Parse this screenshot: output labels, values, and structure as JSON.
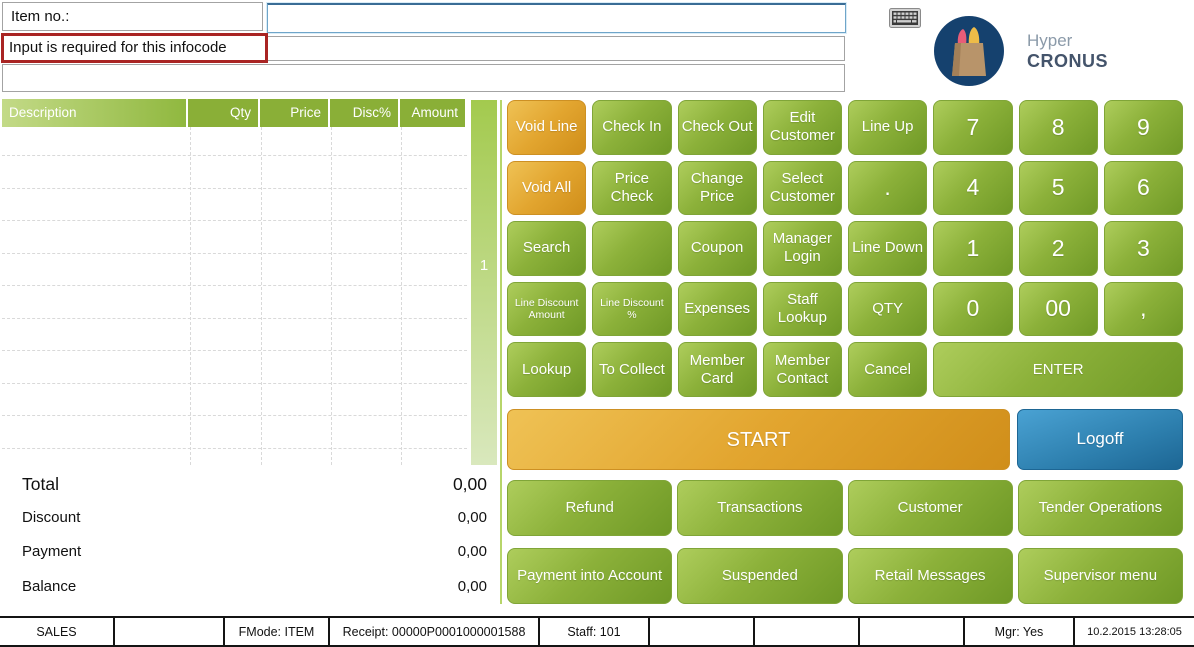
{
  "header": {
    "item_no_label": "Item no.:",
    "error_message": "Input is required for this infocode",
    "input_value": "",
    "logo": {
      "top": "Hyper",
      "bottom": "CRONUS"
    }
  },
  "receipt_grid": {
    "columns": [
      "Description",
      "Qty",
      "Price",
      "Disc%",
      "Amount"
    ],
    "rows": [],
    "page_indicator": "1"
  },
  "totals": {
    "rows": [
      {
        "label": "Total",
        "value": "0,00"
      },
      {
        "label": "Discount",
        "value": "0,00"
      },
      {
        "label": "Payment",
        "value": "0,00"
      },
      {
        "label": "Balance",
        "value": "0,00"
      }
    ]
  },
  "function_grid": {
    "rows": [
      [
        {
          "label": "Void Line",
          "color": "orange"
        },
        {
          "label": "Check In"
        },
        {
          "label": "Check Out"
        },
        {
          "label": "Edit Customer"
        },
        {
          "label": "Line Up"
        },
        {
          "label": "7",
          "size": "num"
        },
        {
          "label": "8",
          "size": "num"
        },
        {
          "label": "9",
          "size": "num"
        }
      ],
      [
        {
          "label": "Void All",
          "color": "orange"
        },
        {
          "label": "Price Check"
        },
        {
          "label": "Change Price"
        },
        {
          "label": "Select Customer"
        },
        {
          "label": ".",
          "size": "num",
          "name": "decimal-point"
        },
        {
          "label": "4",
          "size": "num"
        },
        {
          "label": "5",
          "size": "num"
        },
        {
          "label": "6",
          "size": "num"
        }
      ],
      [
        {
          "label": "Search"
        },
        {
          "label": "",
          "name": "blank"
        },
        {
          "label": "Coupon"
        },
        {
          "label": "Manager Login"
        },
        {
          "label": "Line Down"
        },
        {
          "label": "1",
          "size": "num"
        },
        {
          "label": "2",
          "size": "num"
        },
        {
          "label": "3",
          "size": "num"
        }
      ],
      [
        {
          "label": "Line Discount Amount",
          "size": "small"
        },
        {
          "label": "Line Discount %",
          "size": "small"
        },
        {
          "label": "Expenses"
        },
        {
          "label": "Staff Lookup"
        },
        {
          "label": "QTY"
        },
        {
          "label": "0",
          "size": "num"
        },
        {
          "label": "00",
          "size": "num"
        },
        {
          "label": ",",
          "size": "num",
          "name": "comma"
        }
      ],
      [
        {
          "label": "Lookup"
        },
        {
          "label": "To Collect"
        },
        {
          "label": "Member Card"
        },
        {
          "label": "Member Contact"
        },
        {
          "label": "Cancel"
        },
        {
          "label": "ENTER",
          "span": 3
        }
      ]
    ]
  },
  "action_row": {
    "start_label": "START",
    "logoff_label": "Logoff"
  },
  "menu_buttons": [
    [
      "Refund",
      "Transactions",
      "Customer",
      "Tender Operations"
    ],
    [
      "Payment into Account",
      "Suspended",
      "Retail Messages",
      "Supervisor menu"
    ]
  ],
  "status_bar": [
    "SALES",
    "",
    "FMode: ITEM",
    "Receipt: 00000P0001000001588",
    "Staff: 101",
    "",
    "",
    "",
    "Mgr: Yes",
    "10.2.2015 13:28:05"
  ],
  "colors": {
    "button_green": "#7fa62f",
    "button_orange": "#e2a22e",
    "button_blue": "#2f86b7",
    "header_green": "#8aaf37",
    "error_red": "#a92423",
    "logo_navy": "#15416e"
  }
}
